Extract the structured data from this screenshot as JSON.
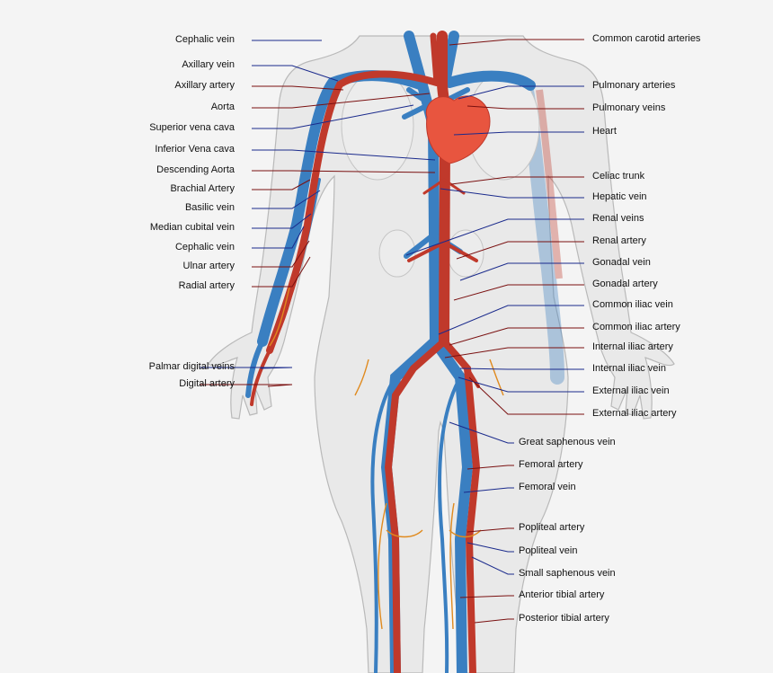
{
  "colors": {
    "artery": "#c0392b",
    "vein": "#3a7fc1",
    "heart": "#e8553f",
    "body_fill": "#e9e9e9",
    "body_stroke": "#b9b9b9",
    "nerve_orange": "#e08a1e",
    "background": "#f4f4f4"
  },
  "labels_left": [
    {
      "id": "cephalic-vein-top",
      "text": "Cephalic vein",
      "kind": "vein"
    },
    {
      "id": "axillary-vein",
      "text": "Axillary vein",
      "kind": "vein"
    },
    {
      "id": "axillary-artery",
      "text": "Axillary artery",
      "kind": "artery"
    },
    {
      "id": "aorta",
      "text": "Aorta",
      "kind": "artery"
    },
    {
      "id": "superior-vena-cava",
      "text": "Superior vena cava",
      "kind": "vein"
    },
    {
      "id": "inferior-vena-cava",
      "text": "Inferior Vena cava",
      "kind": "vein"
    },
    {
      "id": "descending-aorta",
      "text": "Descending Aorta",
      "kind": "artery"
    },
    {
      "id": "brachial-artery",
      "text": "Brachial Artery",
      "kind": "artery"
    },
    {
      "id": "basilic-vein",
      "text": "Basilic vein",
      "kind": "vein"
    },
    {
      "id": "median-cubital-vein",
      "text": "Median cubital vein",
      "kind": "vein"
    },
    {
      "id": "cephalic-vein-arm",
      "text": "Cephalic vein",
      "kind": "vein"
    },
    {
      "id": "ulnar-artery",
      "text": "Ulnar artery",
      "kind": "artery"
    },
    {
      "id": "radial-artery",
      "text": "Radial artery",
      "kind": "artery"
    },
    {
      "id": "palmar-digital-veins",
      "text": "Palmar digital veins",
      "kind": "vein"
    },
    {
      "id": "digital-artery",
      "text": "Digital artery",
      "kind": "artery"
    }
  ],
  "labels_right": [
    {
      "id": "common-carotid-arteries",
      "text": "Common carotid arteries",
      "kind": "artery"
    },
    {
      "id": "pulmonary-arteries",
      "text": "Pulmonary arteries",
      "kind": "vein"
    },
    {
      "id": "pulmonary-veins",
      "text": "Pulmonary veins",
      "kind": "artery"
    },
    {
      "id": "heart",
      "text": "Heart",
      "kind": "vein"
    },
    {
      "id": "celiac-trunk",
      "text": "Celiac trunk",
      "kind": "artery"
    },
    {
      "id": "hepatic-vein",
      "text": "Hepatic vein",
      "kind": "vein"
    },
    {
      "id": "renal-veins",
      "text": "Renal veins",
      "kind": "vein"
    },
    {
      "id": "renal-artery",
      "text": "Renal artery",
      "kind": "artery"
    },
    {
      "id": "gonadal-vein",
      "text": "Gonadal vein",
      "kind": "vein"
    },
    {
      "id": "gonadal-artery",
      "text": "Gonadal artery",
      "kind": "artery"
    },
    {
      "id": "common-iliac-vein",
      "text": "Common iliac vein",
      "kind": "vein"
    },
    {
      "id": "common-iliac-artery",
      "text": "Common iliac artery",
      "kind": "artery"
    },
    {
      "id": "internal-iliac-artery",
      "text": "Internal iliac artery",
      "kind": "artery"
    },
    {
      "id": "internal-iliac-vein",
      "text": "Internal iliac vein",
      "kind": "vein"
    },
    {
      "id": "external-iliac-vein",
      "text": "External iliac vein",
      "kind": "vein"
    },
    {
      "id": "external-iliac-artery",
      "text": "External iliac artery",
      "kind": "artery"
    },
    {
      "id": "great-saphenous-vein",
      "text": "Great saphenous vein",
      "kind": "vein"
    },
    {
      "id": "femoral-artery",
      "text": "Femoral artery",
      "kind": "artery"
    },
    {
      "id": "femoral-vein",
      "text": "Femoral vein",
      "kind": "vein"
    },
    {
      "id": "popliteal-artery",
      "text": "Popliteal artery",
      "kind": "artery"
    },
    {
      "id": "popliteal-vein",
      "text": "Popliteal vein",
      "kind": "vein"
    },
    {
      "id": "small-saphenous-vein",
      "text": "Small saphenous vein",
      "kind": "vein"
    },
    {
      "id": "anterior-tibial-artery",
      "text": "Anterior tibial artery",
      "kind": "artery"
    },
    {
      "id": "posterior-tibial-artery",
      "text": "Posterior tibial artery",
      "kind": "artery"
    }
  ]
}
